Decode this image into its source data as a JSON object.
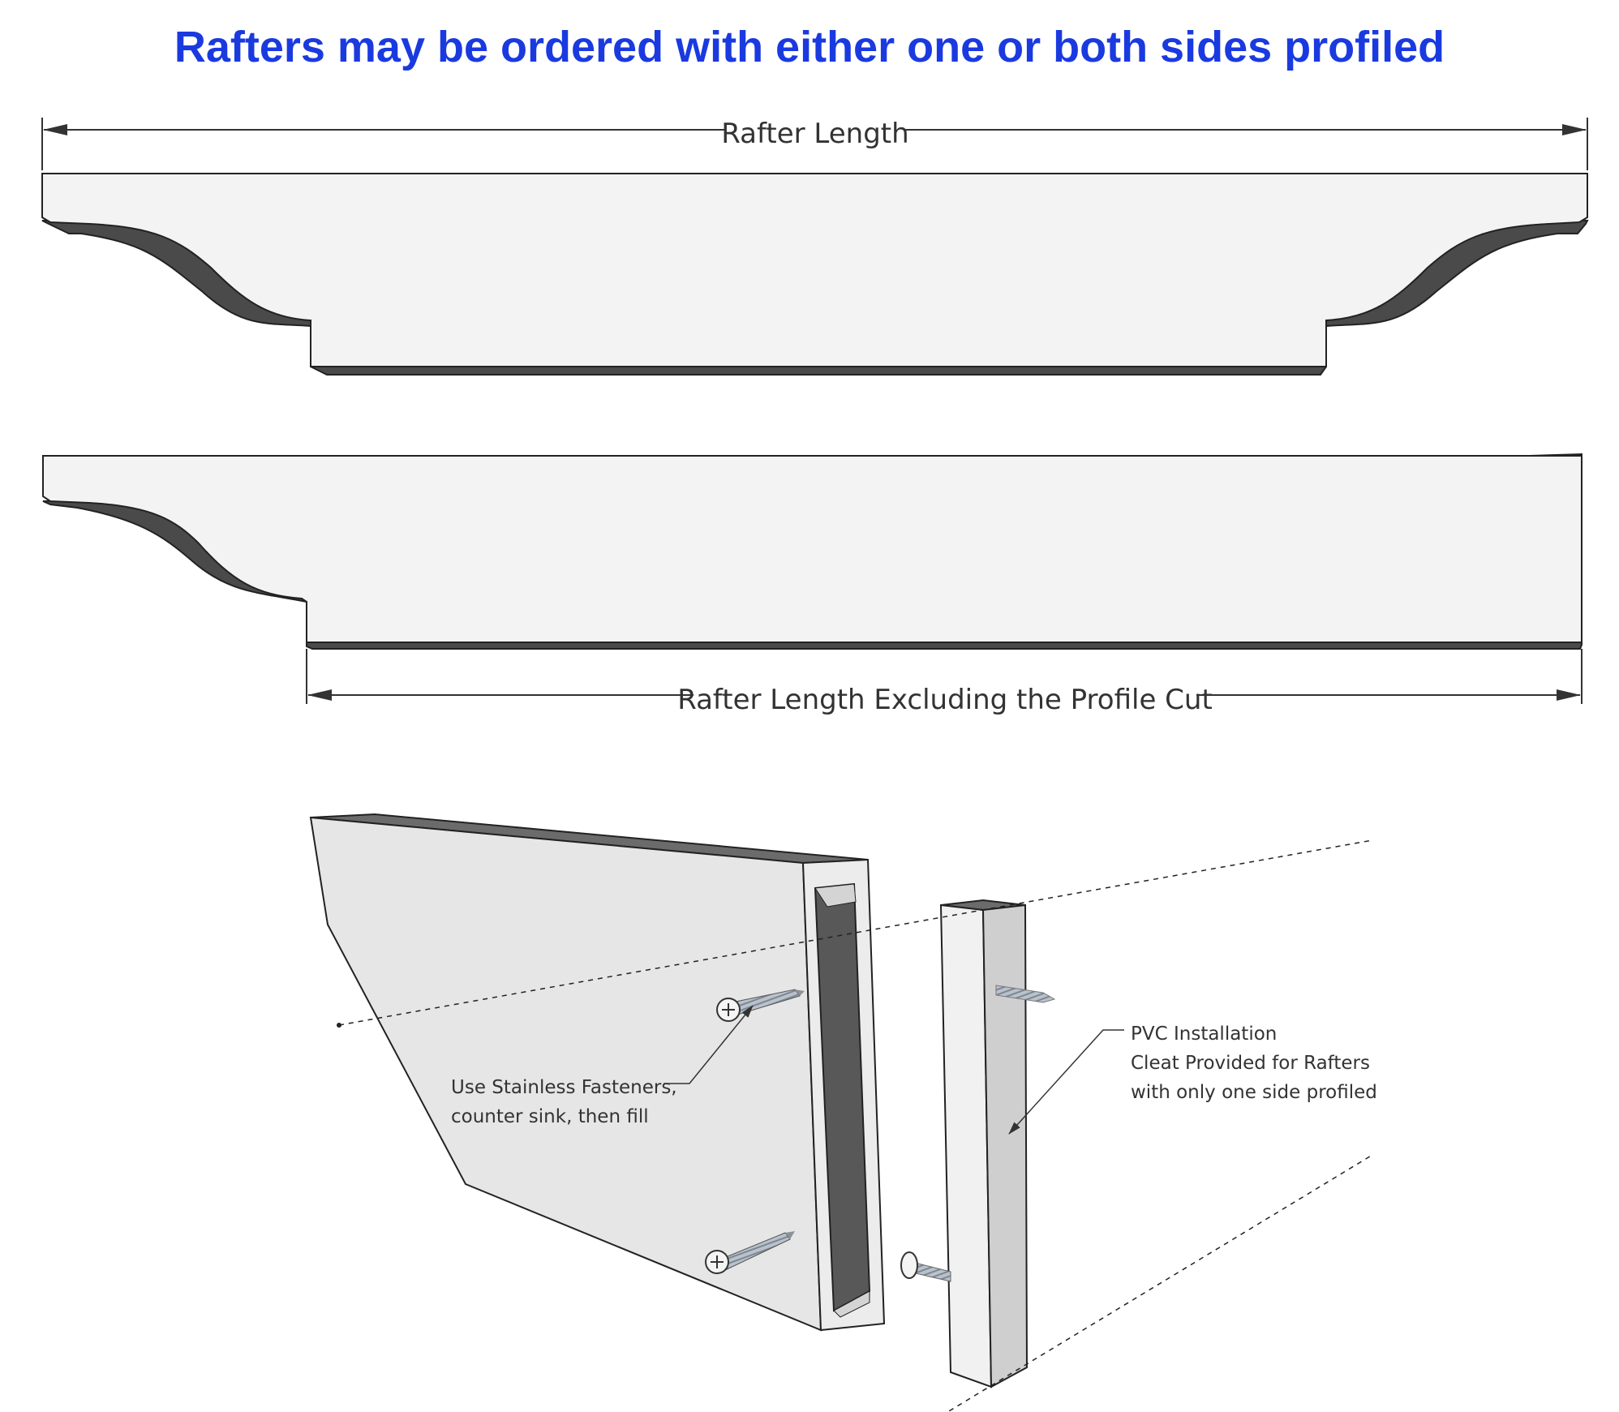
{
  "title": "Rafters may be ordered with either one or both sides profiled",
  "dimensions": {
    "rafter_length": "Rafter Length",
    "excluding_profile": "Rafter Length Excluding the Profile Cut"
  },
  "notes": {
    "fasteners": [
      "Use Stainless Fasteners,",
      "counter sink, then fill"
    ],
    "cleat": [
      "PVC Installation",
      "Cleat Provided for Rafters",
      "with only one side profiled"
    ]
  },
  "colors": {
    "title": "#1a3ae0",
    "board_face": "#f3f3f3",
    "board_edge": "#4a4a4a",
    "block_face": "#e6e6e6",
    "block_top": "#6b6b6b",
    "cleat_side": "#cfcfcf"
  }
}
